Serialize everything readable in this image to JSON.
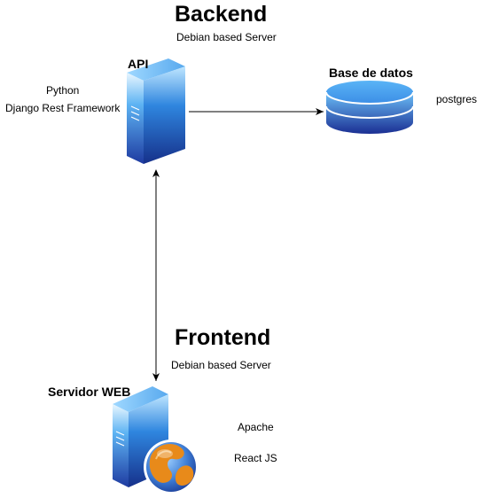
{
  "backend": {
    "title": "Backend",
    "subtitle": "Debian based Server",
    "api": {
      "label": "API",
      "technologies": [
        "Python",
        "Django Rest Framework"
      ],
      "icon": "server-icon"
    },
    "database": {
      "label": "Base de datos",
      "engine": "postgres",
      "icon": "database-icon"
    }
  },
  "frontend": {
    "title": "Frontend",
    "subtitle": "Debian based Server",
    "web_server": {
      "label": "Servidor WEB",
      "technologies": [
        "Apache",
        "React JS"
      ],
      "icon": "web-server-icon"
    }
  },
  "connections": [
    {
      "from": "API",
      "to": "Base de datos",
      "style": "single-arrow"
    },
    {
      "from": "API",
      "to": "Servidor WEB",
      "style": "double-arrow"
    }
  ],
  "colors": {
    "server_light": "#e3f4ff",
    "server_mid": "#4aa3f0",
    "server_dark": "#1f3ca0",
    "db_top": "#5fb7f5",
    "db_bottom": "#1b2f93",
    "globe_orange": "#e88a1a",
    "globe_blue": "#3f7fd6"
  }
}
